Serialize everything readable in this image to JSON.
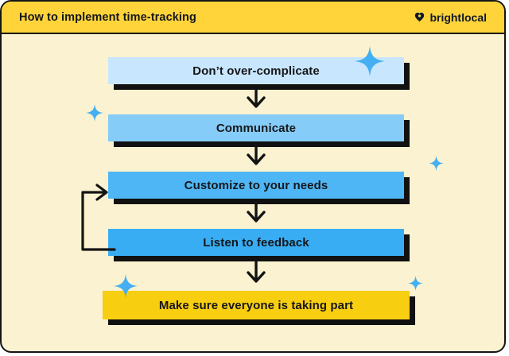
{
  "header": {
    "title": "How to implement time-tracking",
    "brand": "brightlocal"
  },
  "steps": [
    {
      "label": "Don’t over-complicate",
      "color": "#C8E6FD"
    },
    {
      "label": "Communicate",
      "color": "#85CDF8"
    },
    {
      "label": "Customize to your needs",
      "color": "#4FB6F5"
    },
    {
      "label": "Listen to feedback",
      "color": "#38ADF3"
    },
    {
      "label": "Make sure everyone is taking part",
      "color": "#F8CE10"
    }
  ],
  "colors": {
    "background": "#FAF2D0",
    "header_background": "#FFD43A",
    "shadow": "#111111",
    "arrow": "#141414",
    "sparkle": "#44AFF2",
    "text": "#16161A"
  }
}
